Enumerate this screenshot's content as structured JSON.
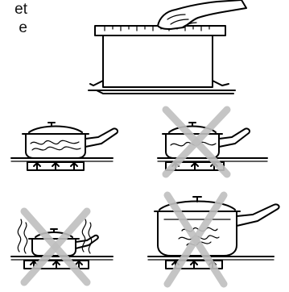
{
  "text_fragment": {
    "lines": [
      "et",
      "e"
    ]
  },
  "panels": [
    {
      "id": "ruler-check",
      "status": "info"
    },
    {
      "id": "pan-correct",
      "status": "correct"
    },
    {
      "id": "pan-smaller-than-zone",
      "status": "incorrect"
    },
    {
      "id": "pan-too-small-steam",
      "status": "incorrect"
    },
    {
      "id": "pan-too-large",
      "status": "incorrect"
    }
  ],
  "colors": {
    "ink": "#000000",
    "cross": "#bfbfbf",
    "background": "#ffffff"
  }
}
